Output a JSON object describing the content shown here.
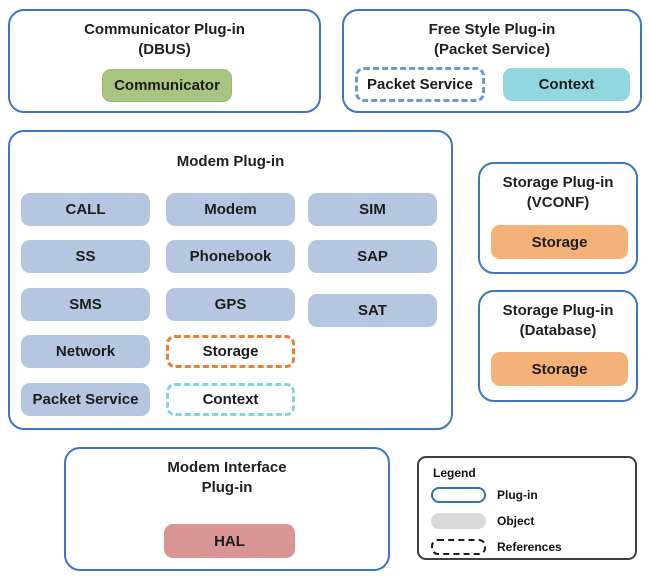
{
  "diagram": {
    "communicator": {
      "title": "Communicator Plug-in",
      "subtitle": "(DBUS)",
      "object_label": "Communicator"
    },
    "freestyle": {
      "title": "Free Style Plug-in",
      "subtitle": "(Packet Service)",
      "packet_service_label": "Packet Service",
      "context_label": "Context"
    },
    "modem": {
      "title": "Modem Plug-in",
      "cells": [
        {
          "label": "CALL"
        },
        {
          "label": "Modem"
        },
        {
          "label": "SIM"
        },
        {
          "label": "SS"
        },
        {
          "label": "Phonebook"
        },
        {
          "label": "SAP"
        },
        {
          "label": "SMS"
        },
        {
          "label": "GPS"
        },
        {
          "label": "SAT"
        },
        {
          "label": "Network"
        },
        {
          "label": "Storage"
        },
        {
          "label": "Packet Service"
        },
        {
          "label": "Context"
        }
      ]
    },
    "storage_vconf": {
      "title": "Storage Plug-in",
      "subtitle": "(VCONF)",
      "object_label": "Storage"
    },
    "storage_db": {
      "title": "Storage Plug-in",
      "subtitle": "(Database)",
      "object_label": "Storage"
    },
    "modem_interface": {
      "title": "Modem Interface",
      "subtitle": "Plug-in",
      "object_label": "HAL"
    },
    "legend": {
      "title": "Legend",
      "items": [
        {
          "label": "Plug-in",
          "swatch": "plugin-outline"
        },
        {
          "label": "Object",
          "swatch": "gray-fill"
        },
        {
          "label": "References",
          "swatch": "dashed-outline"
        }
      ]
    },
    "colors": {
      "plugin_border": "#3b76c4",
      "object_blue": "#b4c6e0",
      "object_green": "#a9c47e",
      "object_cyan": "#92d6e0",
      "object_orange": "#f5b278",
      "object_red": "#d99593",
      "dash_orange": "#ed7d31",
      "dash_cyan": "#7fd6e2",
      "dash_blue": "#6b9bd2",
      "legend_gray": "#d9d9d9",
      "legend_border": "#3f3f3f"
    }
  }
}
